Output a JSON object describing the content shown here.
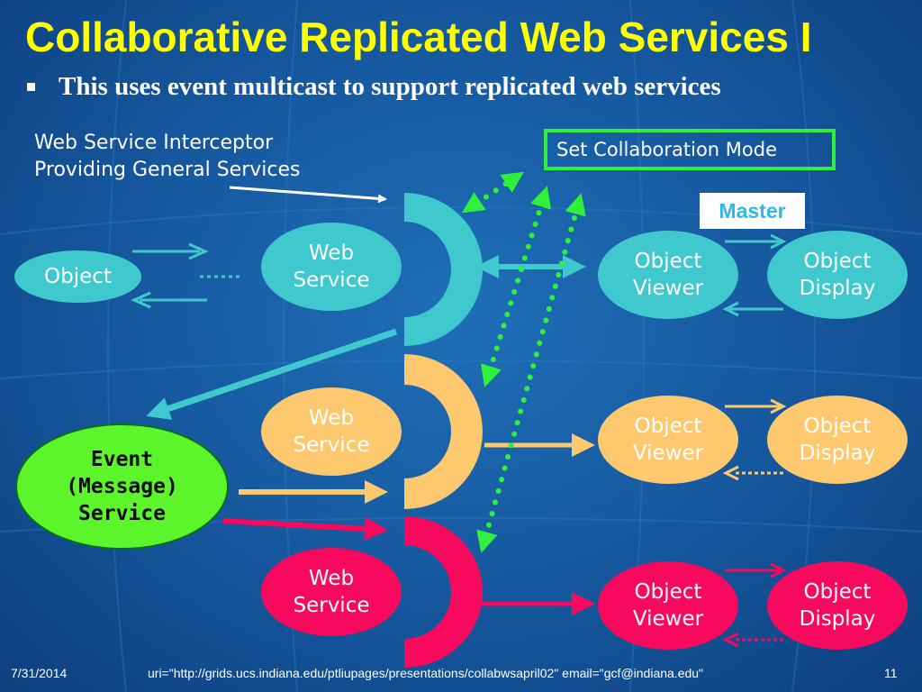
{
  "slide": {
    "title": "Collaborative Replicated Web Services I",
    "bullet": "This uses event multicast to support replicated web services"
  },
  "interceptor_label": [
    "Web Service Interceptor",
    "Providing General Services"
  ],
  "collab_mode_label": "Set Collaboration Mode",
  "master_label": "Master",
  "object_label": "Object",
  "event_service": [
    "Event",
    "(Message)",
    "Service"
  ],
  "rows": [
    {
      "name": "cyan",
      "color": "#3fc9cf",
      "web_service": [
        "Web",
        "Service"
      ],
      "viewer": [
        "Object",
        "Viewer"
      ],
      "display": [
        "Object",
        "Display"
      ]
    },
    {
      "name": "orange",
      "color": "#fdc86e",
      "web_service": [
        "Web",
        "Service"
      ],
      "viewer": [
        "Object",
        "Viewer"
      ],
      "display": [
        "Object",
        "Display"
      ]
    },
    {
      "name": "pink",
      "color": "#f7095e",
      "web_service": [
        "Web",
        "Service"
      ],
      "viewer": [
        "Object",
        "Viewer"
      ],
      "display": [
        "Object",
        "Display"
      ]
    }
  ],
  "colors": {
    "title": "#ffff00",
    "green": "#2ff03a",
    "cyan": "#3fc9cf",
    "orange": "#fdc86e",
    "pink": "#f7095e",
    "event": "#5cf52c",
    "master_text": "#30b9e8"
  },
  "footer": {
    "date": "7/31/2014",
    "uri": "uri=\"http://grids.ucs.indiana.edu/ptliupages/presentations/collabwsapril02\" email=\"gcf@indiana.edu\"",
    "page": "11"
  }
}
